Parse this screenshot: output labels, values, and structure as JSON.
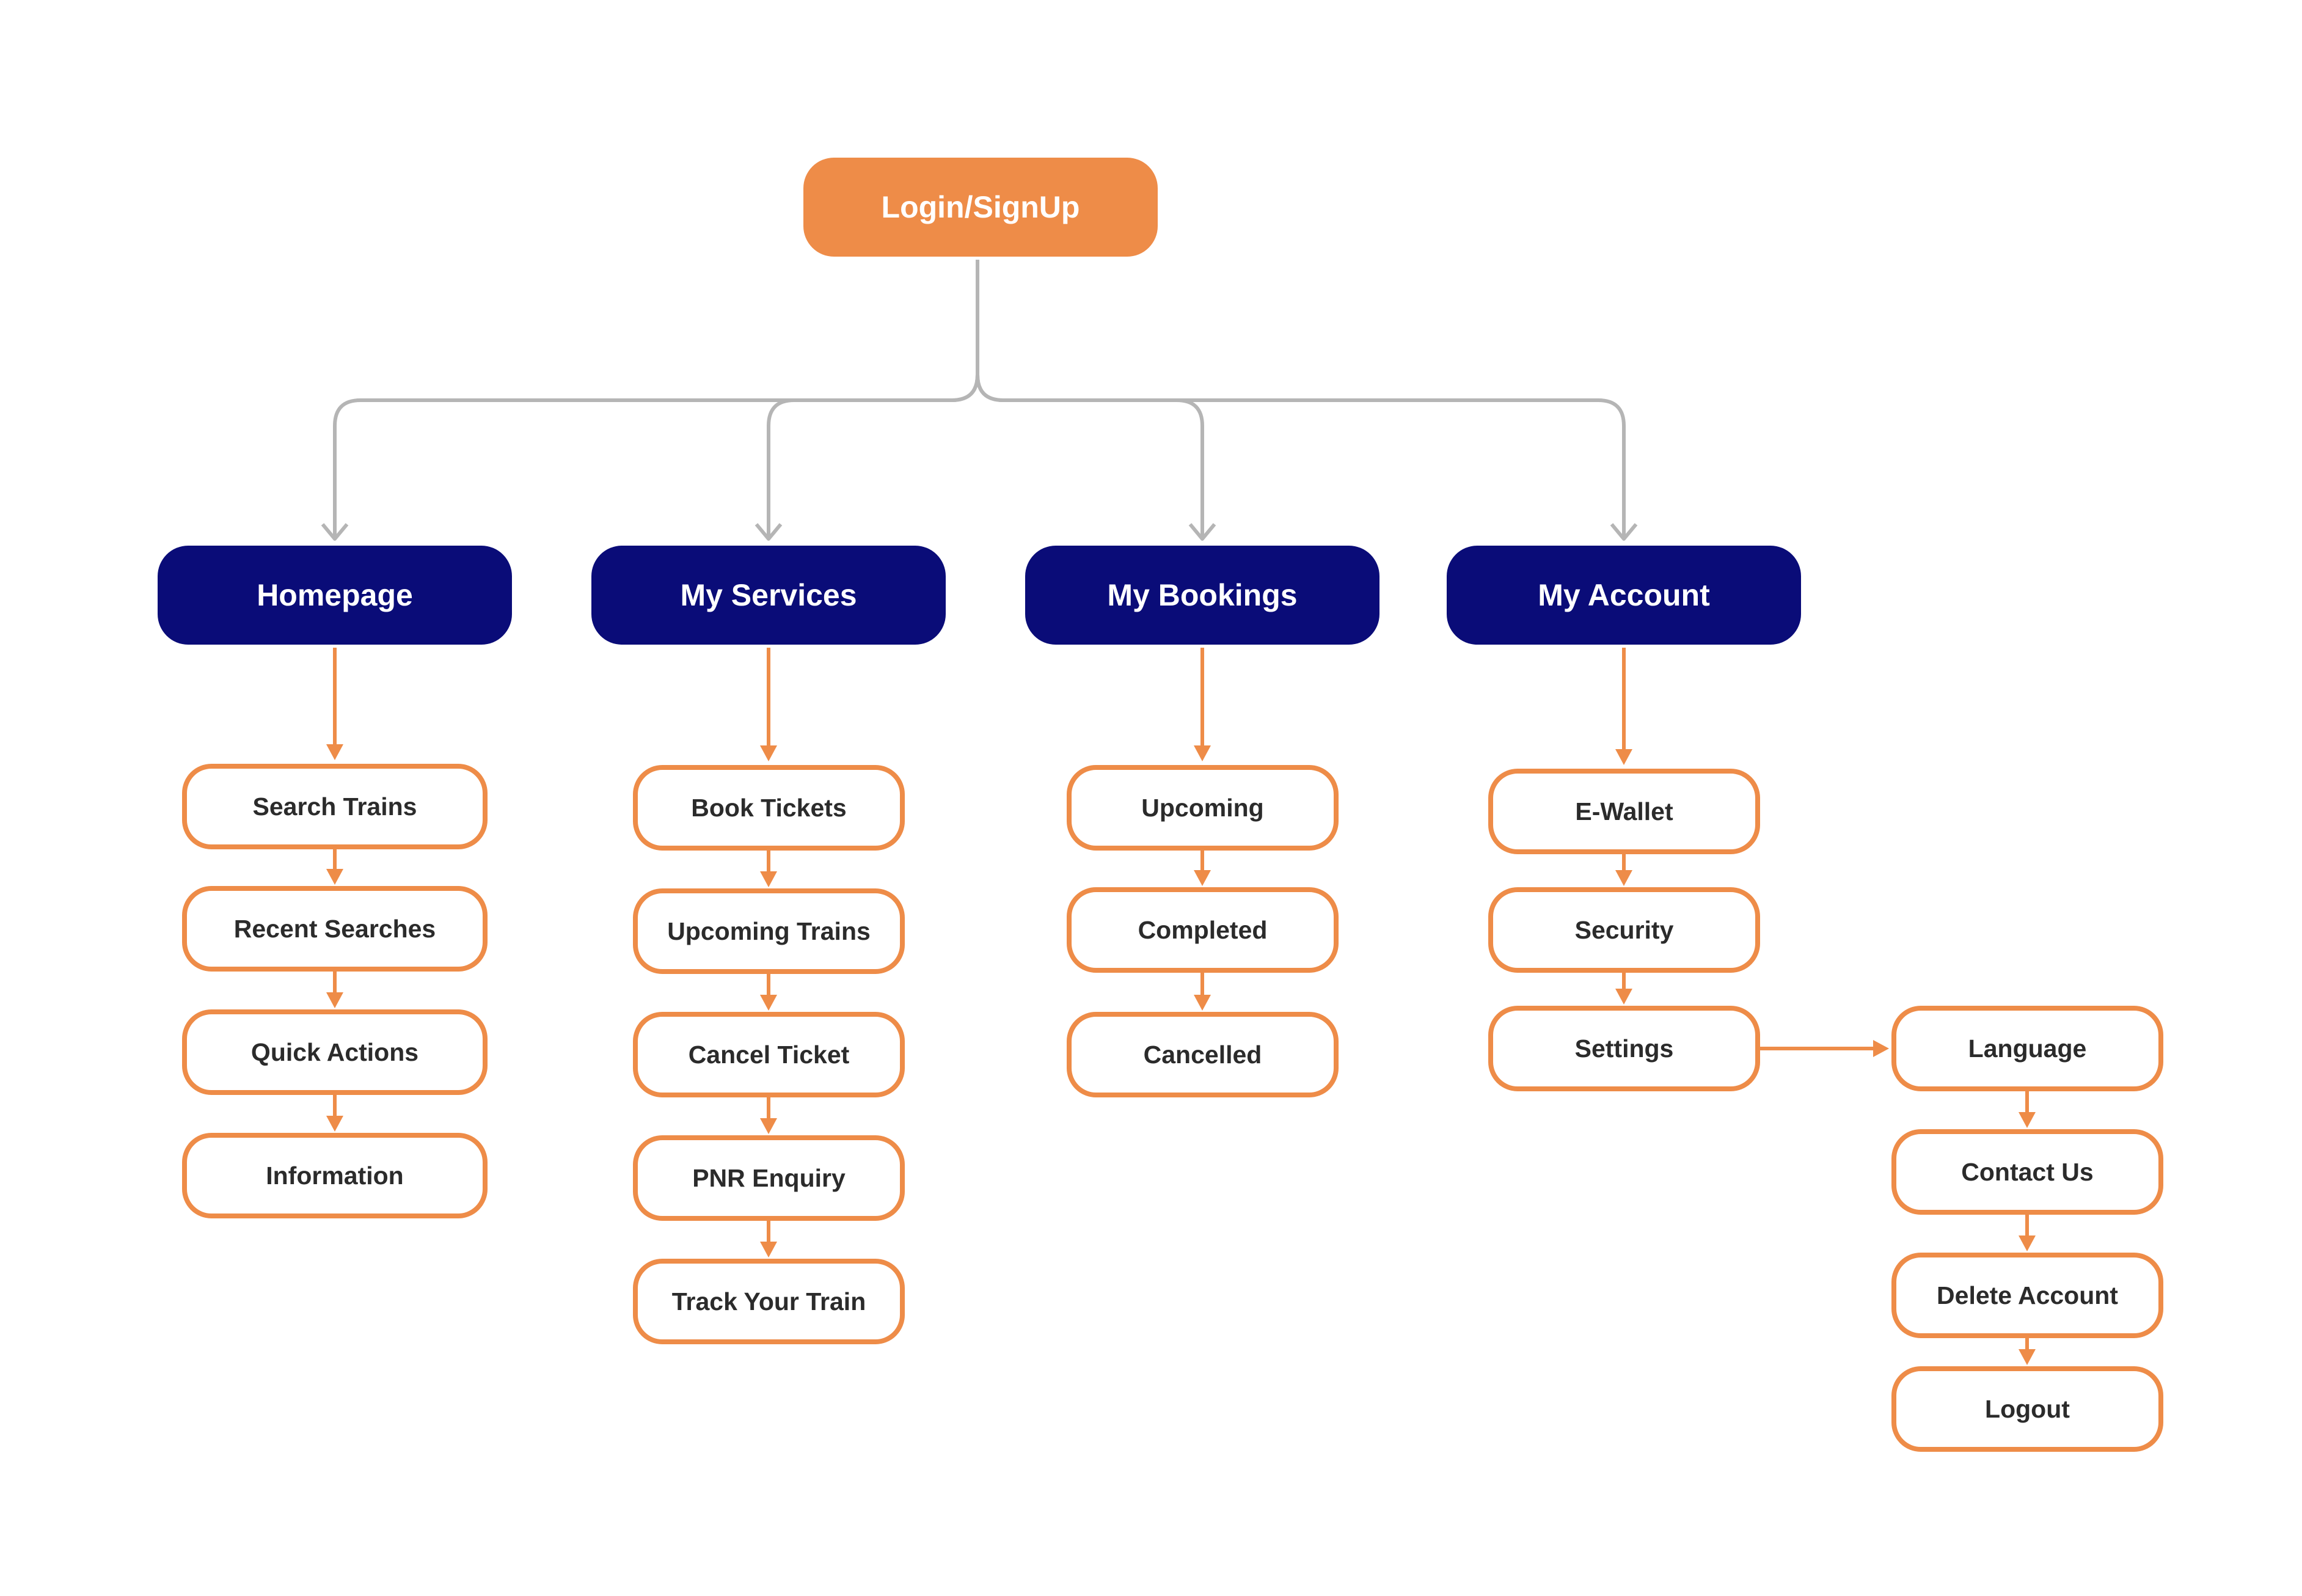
{
  "root": {
    "label": "Login/SignUp"
  },
  "colors": {
    "root_fill": "#EE8C48",
    "section_fill": "#0A0C78",
    "item_border": "#EE8C48",
    "item_text": "#2B2B2B",
    "connector_gray": "#B5B5B5",
    "connector_orange": "#EE8C48"
  },
  "sections": [
    {
      "label": "Homepage",
      "items": [
        "Search Trains",
        "Recent Searches",
        "Quick Actions",
        "Information"
      ]
    },
    {
      "label": "My Services",
      "items": [
        "Book Tickets",
        "Upcoming Trains",
        "Cancel Ticket",
        "PNR Enquiry",
        "Track Your Train"
      ]
    },
    {
      "label": "My Bookings",
      "items": [
        "Upcoming",
        "Completed",
        "Cancelled"
      ]
    },
    {
      "label": "My Account",
      "items": [
        "E-Wallet",
        "Security",
        "Settings"
      ]
    }
  ],
  "settings_submenu": {
    "items": [
      "Language",
      "Contact Us",
      "Delete Account",
      "Logout"
    ]
  }
}
